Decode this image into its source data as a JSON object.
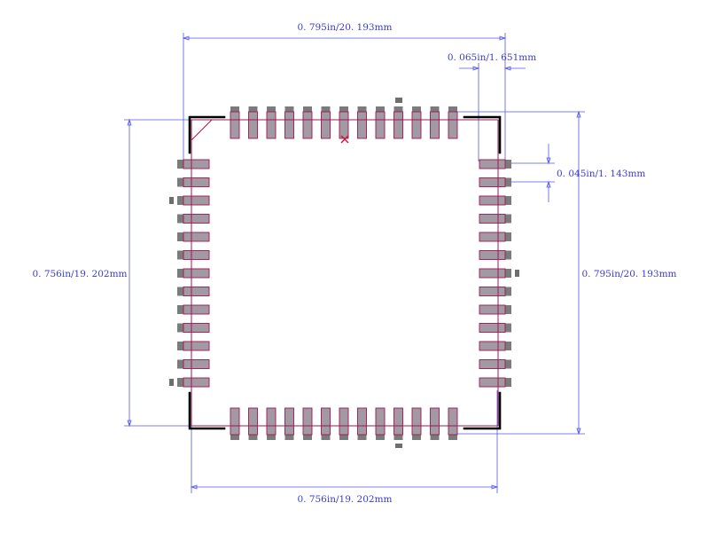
{
  "dimensions": {
    "top_width": "0. 795in/20. 193mm",
    "pad_length": "0. 065in/1. 651mm",
    "pad_pitch": "0. 045in/1. 143mm",
    "left_height": "0. 756in/19. 202mm",
    "right_height": "0. 795in/20. 193mm",
    "bottom_width": "0. 756in/19. 202mm"
  },
  "pins_per_side": 13,
  "colors": {
    "dimension": "#5656e6",
    "outline": "#000000",
    "pad_fill": "#a29aa2",
    "pad_stroke": "#a01555",
    "lead": "#7b7b7b",
    "courtyard": "#a01555"
  }
}
